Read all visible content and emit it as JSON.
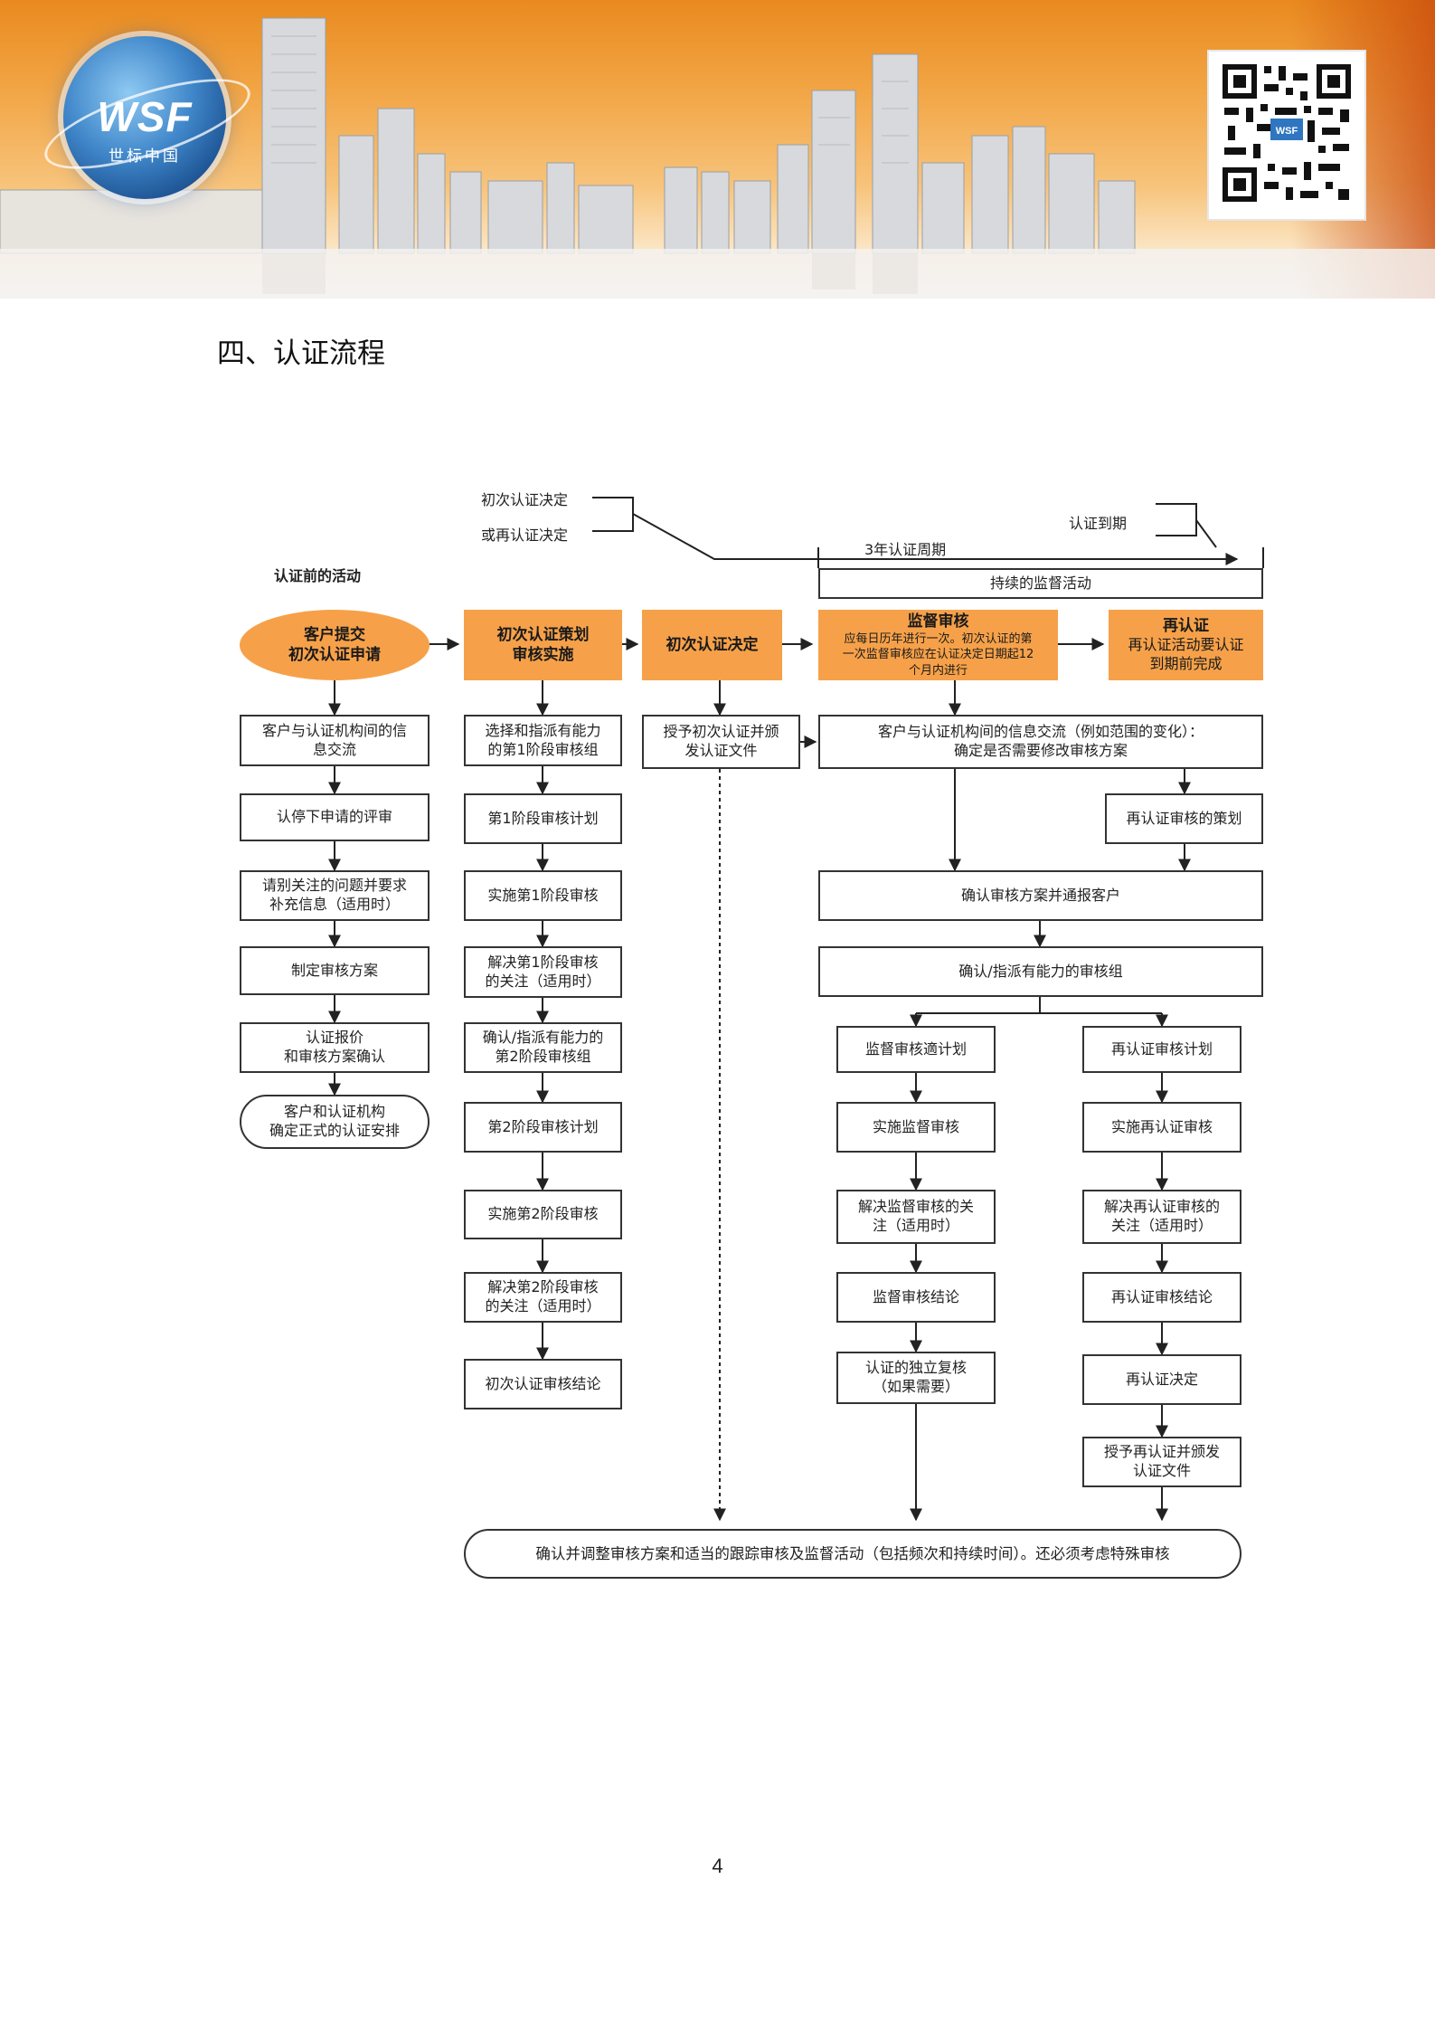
{
  "header": {
    "logo_text": "WSF",
    "logo_subtitle": "世标中国"
  },
  "section_title": "四、认证流程",
  "timeline": {
    "initial_decision": "初次认证决定",
    "recert_decision": "或再认证决定",
    "cycle": "3年认证周期",
    "expiry": "认证到期"
  },
  "pre_activity_label": "认证前的活动",
  "surveillance_bar": "持续的监督活动",
  "headers": {
    "apply": [
      "客户提交",
      "初次认证申请"
    ],
    "plan": [
      "初次认证策划",
      "审核实施"
    ],
    "decision": "初次认证决定",
    "surveillance_title": "监督审核",
    "surveillance_notes": [
      "应每日历年进行一次。初次认证的第",
      "一次监督审核应在认证决定日期起12",
      "个月内进行"
    ],
    "recert_title": "再认证",
    "recert_notes": [
      "再认证活动要认证",
      "到期前完成"
    ]
  },
  "col1": [
    [
      "客户与认证机构间的信",
      "息交流"
    ],
    [
      "认停下申请的评审"
    ],
    [
      "请别关注的问题并要求",
      "补充信息（适用时）"
    ],
    [
      "制定审核方案"
    ],
    [
      "认证报价",
      "和审核方案确认"
    ],
    [
      "客户和认证机构",
      "确定正式的认证安排"
    ]
  ],
  "col2": [
    [
      "选择和指派有能力",
      "的第1阶段审核组"
    ],
    [
      "第1阶段审核计划"
    ],
    [
      "实施第1阶段审核"
    ],
    [
      "解决第1阶段审核",
      "的关注（适用时）"
    ],
    [
      "确认/指派有能力的",
      "第2阶段审核组"
    ],
    [
      "第2阶段审核计划"
    ],
    [
      "实施第2阶段审核"
    ],
    [
      "解决第2阶段审核",
      "的关注（适用时）"
    ],
    [
      "初次认证审核结论"
    ]
  ],
  "col3": [
    "授予初次认证并颁",
    "发认证文件"
  ],
  "info_exchange": [
    "客户与认证机构间的信息交流（例如范围的变化）：",
    "确定是否需要修改审核方案"
  ],
  "recert_planning": "再认证审核的策划",
  "confirm_program": "确认审核方案并通报客户",
  "confirm_team": "确认/指派有能力的审核组",
  "col4": [
    [
      "监督审核適计划"
    ],
    [
      "实施监督审核"
    ],
    [
      "解决监督审核的关",
      "注（适用时）"
    ],
    [
      "监督审核结论"
    ],
    [
      "认证的独立复核",
      "（如果需要）"
    ]
  ],
  "col5": [
    [
      "再认证审核计划"
    ],
    [
      "实施再认证审核"
    ],
    [
      "解决再认证审核的",
      "关注（适用时）"
    ],
    [
      "再认证审核结论"
    ],
    [
      "再认证决定"
    ],
    [
      "授予再认证并颁发",
      "认证文件"
    ]
  ],
  "final": "确认并调整审核方案和适当的跟踪审核及监督活动（包括频次和持续时间）。还必须考虑特殊审核",
  "page_number": "4"
}
